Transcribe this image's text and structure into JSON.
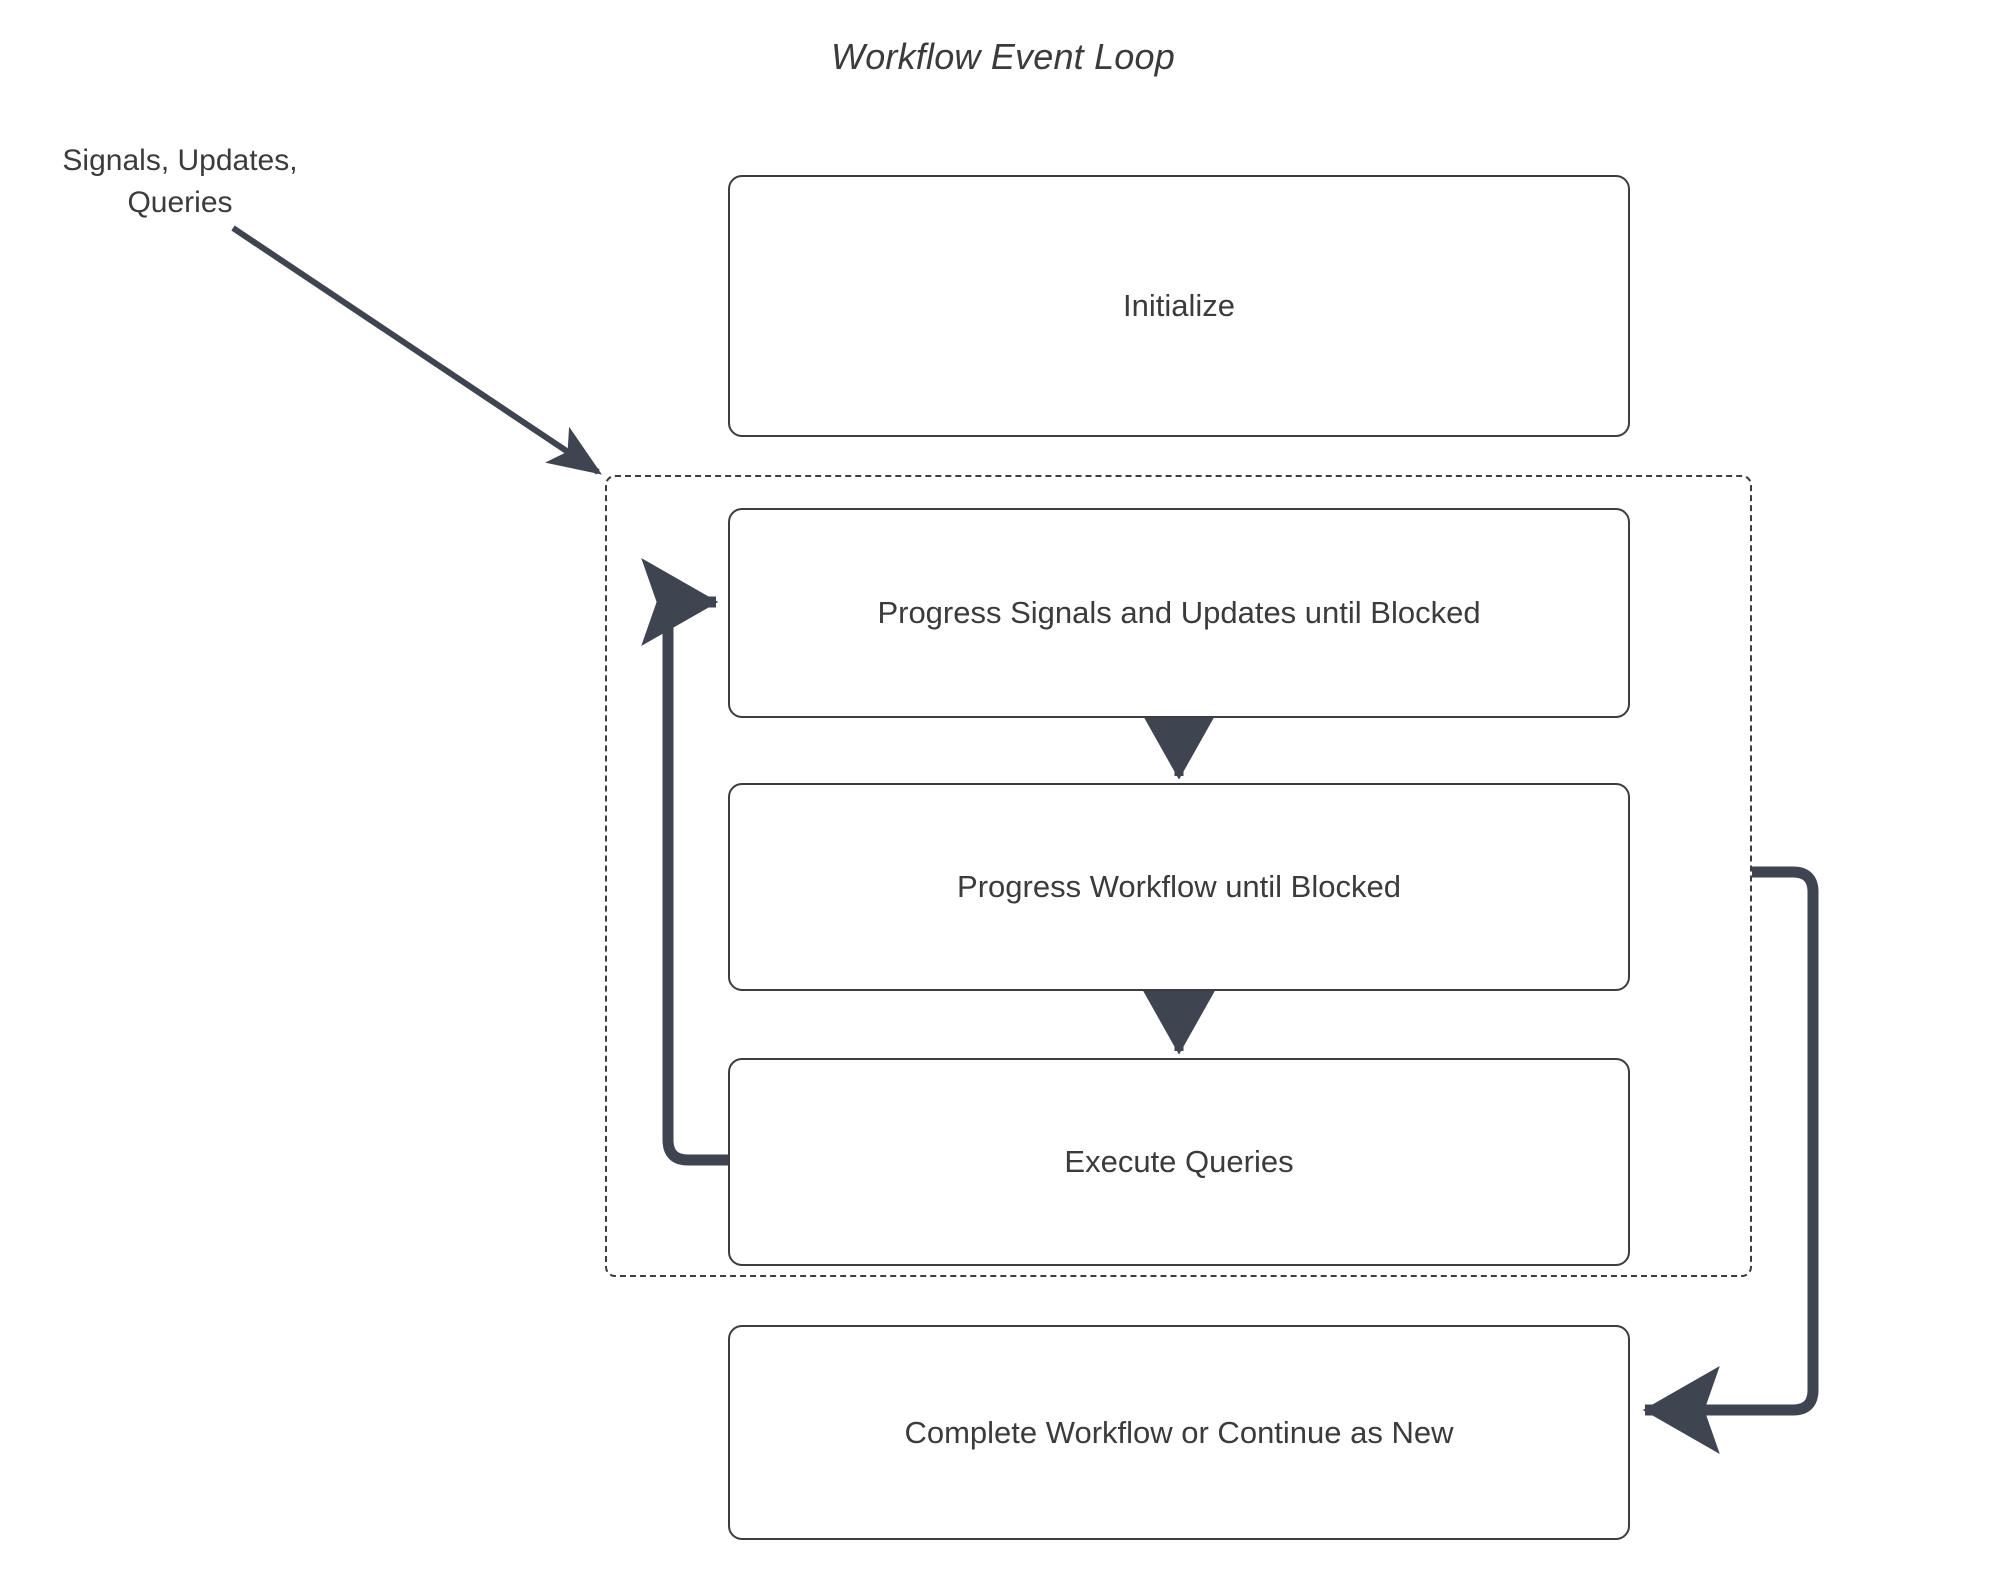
{
  "diagram": {
    "title": "Workflow Event Loop",
    "type": "flowchart",
    "colors": {
      "node_border": "#3d3d3d",
      "node_fill": "#ffffff",
      "text": "#3b3b3b",
      "connector": "#3e4450",
      "loop_border": "#3d3d3d",
      "background": "#ffffff"
    },
    "external_inputs": {
      "label": "Signals, Updates,\nQueries"
    },
    "nodes": [
      {
        "id": "initialize",
        "label": "Initialize"
      },
      {
        "id": "progress-signals",
        "label": "Progress Signals and Updates until Blocked"
      },
      {
        "id": "progress-workflow",
        "label": "Progress Workflow until Blocked"
      },
      {
        "id": "execute-queries",
        "label": "Execute Queries"
      },
      {
        "id": "complete",
        "label": "Complete Workflow or Continue as New"
      }
    ],
    "loop_container": {
      "style": "dashed",
      "contains": [
        "progress-signals",
        "progress-workflow",
        "execute-queries"
      ]
    },
    "edges": [
      {
        "from": "external-inputs",
        "to": "loop-container",
        "style": "solid-arrow"
      },
      {
        "from": "progress-signals",
        "to": "progress-workflow",
        "style": "solid-arrow"
      },
      {
        "from": "progress-workflow",
        "to": "execute-queries",
        "style": "solid-arrow"
      },
      {
        "from": "execute-queries",
        "to": "progress-signals",
        "style": "loop-back-arrow"
      },
      {
        "from": "loop-container",
        "to": "complete",
        "style": "exit-arrow"
      }
    ]
  }
}
